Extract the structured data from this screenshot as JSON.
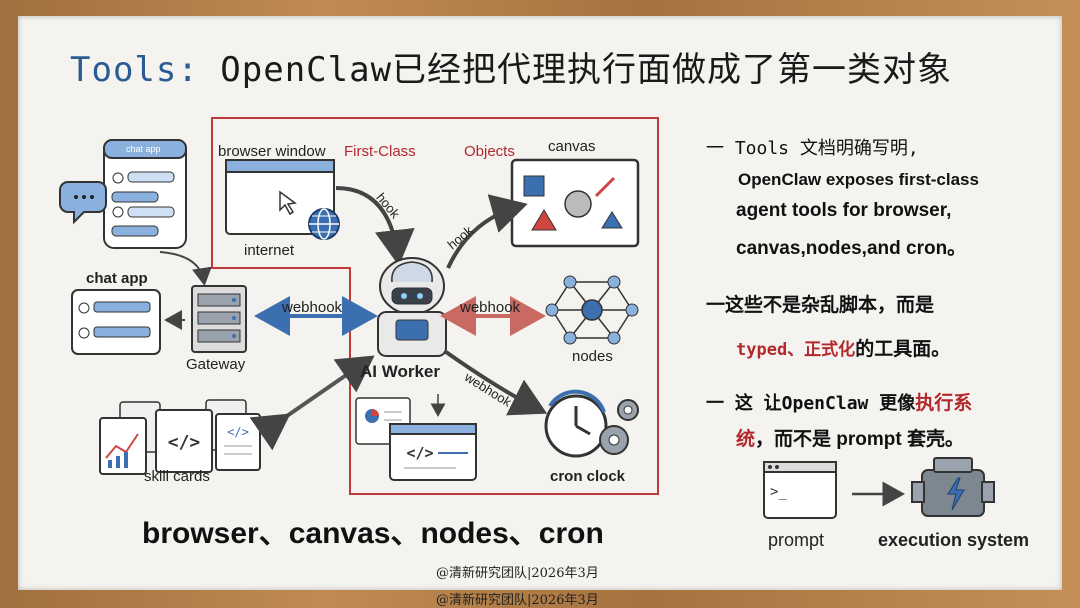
{
  "title": {
    "prefix": "Tools:",
    "rest": " OpenClaw已经把代理执行面做成了第一类对象"
  },
  "diagram": {
    "browser_window": "browser window",
    "first_class": "First-Class",
    "objects": "Objects",
    "canvas": "canvas",
    "internet": "internet",
    "hook_1": "hook",
    "hook_2": "hook",
    "chat_app_small": "chat app",
    "chat_app": "chat app",
    "gateway": "Gateway",
    "webhook_left": "webhook",
    "webhook_right": "webhook",
    "webhook_down": "webhook",
    "nodes": "nodes",
    "ai_worker": "AI Worker",
    "skill_cards": "skill cards",
    "cron_clock": "cron clock",
    "bottom_caption": "browser、canvas、nodes、cron",
    "prompt": "prompt",
    "execution_system": "execution system"
  },
  "bullets": {
    "b1_line1": "一 Tools 文档明确写明,",
    "b1_line2": "OpenClaw exposes first-class",
    "b1_line3": "agent tools for browser,",
    "b1_line4": "canvas,nodes,and cron。",
    "b2_line1": "一这些不是杂乱脚本，而是",
    "b2_red": "typed、正式化",
    "b2_rest": "的工具面。",
    "b3_prefix": "一 这 让OpenClaw 更像",
    "b3_red1": "执行系",
    "b3_red2": "统",
    "b3_rest": "，而不是 prompt 套壳。"
  },
  "footer": {
    "inner": "@清新研究团队|2026年3月",
    "outer": "@清新研究团队|2026年3月"
  },
  "colors": {
    "accent_blue": "#2a5b93",
    "accent_red": "#b3282d"
  }
}
